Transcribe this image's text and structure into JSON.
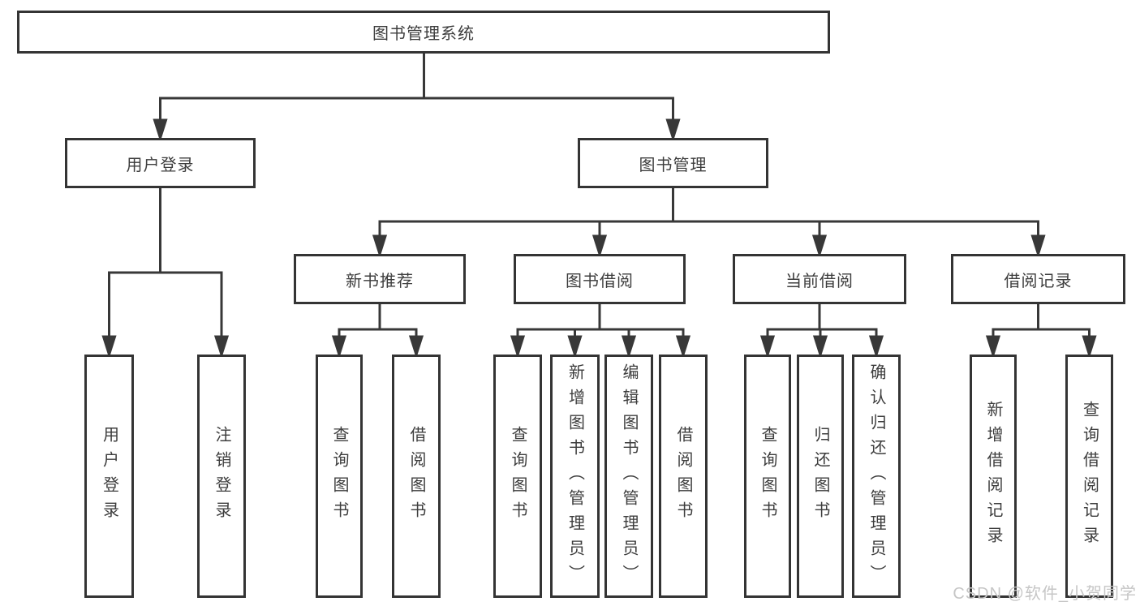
{
  "diagram": {
    "type": "hierarchy-tree",
    "tree": {
      "label": "图书管理系统",
      "children": [
        {
          "label": "用户登录",
          "children": [
            {
              "label": "用户登录"
            },
            {
              "label": "注销登录"
            }
          ]
        },
        {
          "label": "图书管理",
          "children": [
            {
              "label": "新书推荐",
              "children": [
                {
                  "label": "查询图书"
                },
                {
                  "label": "借阅图书"
                }
              ]
            },
            {
              "label": "图书借阅",
              "children": [
                {
                  "label": "查询图书"
                },
                {
                  "label": "新增图书（管理员）"
                },
                {
                  "label": "编辑图书（管理员）"
                },
                {
                  "label": "借阅图书"
                }
              ]
            },
            {
              "label": "当前借阅",
              "children": [
                {
                  "label": "查询图书"
                },
                {
                  "label": "归还图书"
                },
                {
                  "label": "确认归还（管理员）"
                }
              ]
            },
            {
              "label": "借阅记录",
              "children": [
                {
                  "label": "新增借阅记录"
                },
                {
                  "label": "查询借阅记录"
                }
              ]
            }
          ]
        }
      ]
    },
    "colors": {
      "line": "#383838",
      "border": "#343434",
      "text": "#3d3d3d",
      "background": "#ffffff"
    }
  },
  "watermark": {
    "text": "CSDN @软件_小贺同学"
  }
}
